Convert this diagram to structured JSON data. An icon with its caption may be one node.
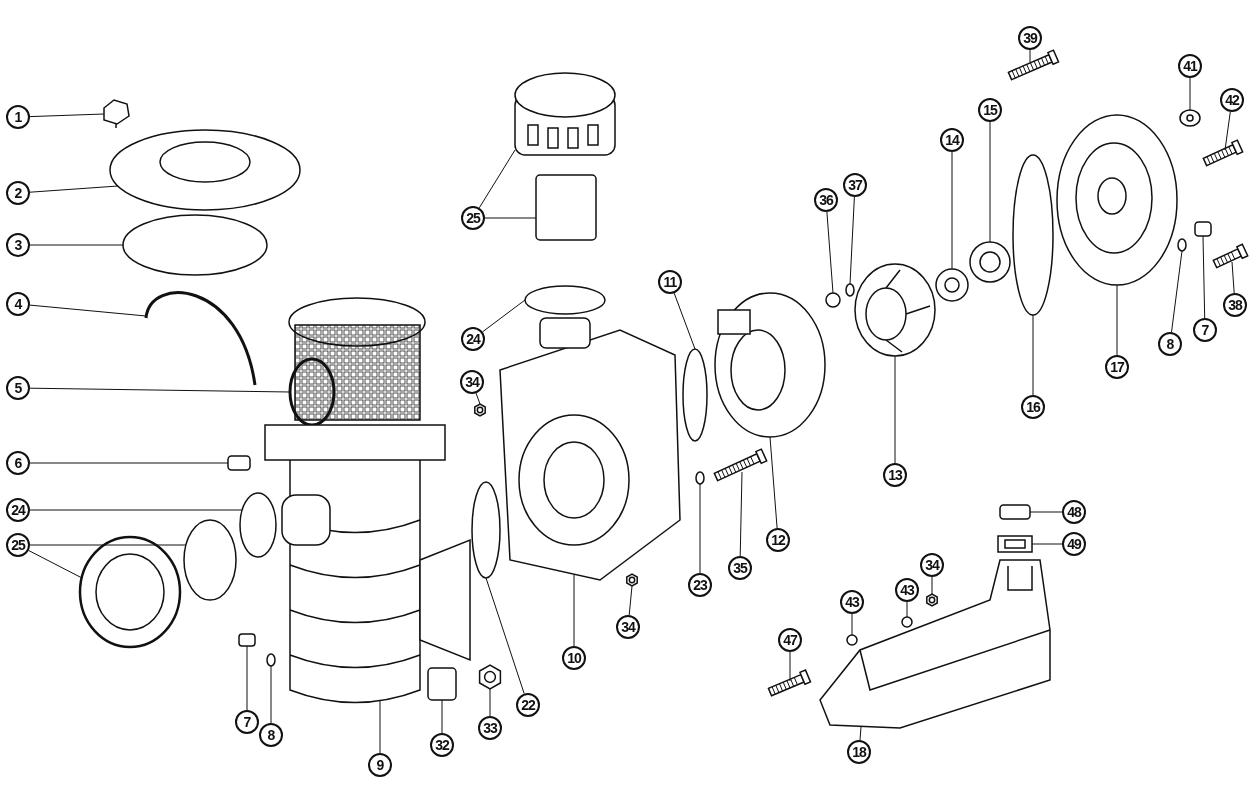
{
  "diagram": {
    "nodes": [
      {
        "text": [
          "1"
        ]
      },
      {
        "text": [
          "2"
        ]
      },
      {
        "text": [
          "3"
        ]
      },
      {
        "text": [
          "4"
        ]
      },
      {
        "text": [
          "5"
        ]
      },
      {
        "text": [
          "6"
        ]
      },
      {
        "text": [
          "24"
        ]
      },
      {
        "text": [
          "25"
        ]
      },
      {
        "text": [
          "7"
        ]
      },
      {
        "text": [
          "8"
        ]
      },
      {
        "text": [
          "9"
        ]
      },
      {
        "text": [
          "32"
        ]
      },
      {
        "text": [
          "33"
        ]
      },
      {
        "text": [
          "22"
        ]
      },
      {
        "text": [
          "10"
        ]
      },
      {
        "text": [
          "34"
        ]
      },
      {
        "text": [
          "34"
        ]
      },
      {
        "text": [
          "23"
        ]
      },
      {
        "text": [
          "35"
        ]
      },
      {
        "text": [
          "11"
        ]
      },
      {
        "text": [
          "12"
        ]
      },
      {
        "text": [
          "25"
        ]
      },
      {
        "text": [
          "24"
        ]
      },
      {
        "text": [
          "36"
        ]
      },
      {
        "text": [
          "37"
        ]
      },
      {
        "text": [
          "14"
        ]
      },
      {
        "text": [
          "15"
        ]
      },
      {
        "text": [
          "13"
        ]
      },
      {
        "text": [
          "16"
        ]
      },
      {
        "text": [
          "17"
        ]
      },
      {
        "text": [
          "8"
        ]
      },
      {
        "text": [
          "7"
        ]
      },
      {
        "text": [
          "38"
        ]
      },
      {
        "text": [
          "42"
        ]
      },
      {
        "text": [
          "41"
        ]
      },
      {
        "text": [
          "39"
        ]
      },
      {
        "text": [
          "48"
        ]
      },
      {
        "text": [
          "49"
        ]
      },
      {
        "text": [
          "34"
        ]
      },
      {
        "text": [
          "43"
        ]
      },
      {
        "text": [
          "43"
        ]
      },
      {
        "text": [
          "47"
        ]
      },
      {
        "text": [
          "18"
        ]
      },
      {
        "text": [],
        "shape": "picture"
      },
      {
        "text": [],
        "shape": "picture"
      },
      {
        "text": [],
        "shape": "circle"
      },
      {
        "text": [],
        "shape": "picture"
      },
      {
        "text": [],
        "shape": "picture"
      },
      {
        "text": [],
        "shape": "box"
      },
      {
        "text": [],
        "shape": "circle"
      },
      {
        "text": [],
        "shape": "circle"
      },
      {
        "text": [],
        "shape": "picture"
      },
      {
        "text": [],
        "shape": "box"
      },
      {
        "text": [],
        "shape": "circle"
      },
      {
        "text": [],
        "shape": "picture"
      },
      {
        "text": [],
        "shape": "box"
      },
      {
        "text": [],
        "shape": "picture"
      },
      {
        "text": [],
        "shape": "circle"
      },
      {
        "text": [],
        "shape": "picture"
      },
      {
        "text": [],
        "shape": "picture"
      },
      {
        "text": [],
        "shape": "picture"
      },
      {
        "text": [],
        "shape": "circle"
      },
      {
        "text": [],
        "shape": "picture"
      },
      {
        "text": [],
        "shape": "circle"
      },
      {
        "text": [],
        "shape": "picture"
      },
      {
        "text": [],
        "shape": "picture"
      },
      {
        "text": [],
        "shape": "box"
      },
      {
        "text": [],
        "shape": "circle"
      },
      {
        "text": [],
        "shape": "circle"
      },
      {
        "text": [],
        "shape": "circle"
      },
      {
        "text": [],
        "shape": "picture"
      },
      {
        "text": [],
        "shape": "picture"
      },
      {
        "text": [],
        "shape": "picture"
      },
      {
        "text": [],
        "shape": "circle"
      },
      {
        "text": [],
        "shape": "picture"
      },
      {
        "text": [],
        "shape": "circle"
      },
      {
        "text": [],
        "shape": "box"
      },
      {
        "text": [],
        "shape": "picture"
      },
      {
        "text": [],
        "shape": "picture"
      },
      {
        "text": [],
        "shape": "picture"
      },
      {
        "text": [],
        "shape": "picture"
      },
      {
        "text": [],
        "shape": "box"
      },
      {
        "text": [],
        "shape": "picture"
      },
      {
        "text": [],
        "shape": "picture"
      },
      {
        "text": [],
        "shape": "circle"
      },
      {
        "text": [],
        "shape": "circle"
      },
      {
        "text": [],
        "shape": "picture"
      },
      {
        "text": [],
        "shape": "picture"
      }
    ],
    "edges": [
      {
        "from": 0,
        "to": 43,
        "arrow": "none"
      },
      {
        "from": 1,
        "to": 44,
        "arrow": "none"
      },
      {
        "from": 2,
        "to": 45,
        "arrow": "none"
      },
      {
        "from": 3,
        "to": 46,
        "arrow": "none"
      },
      {
        "from": 4,
        "to": 47,
        "arrow": "none"
      },
      {
        "from": 5,
        "to": 48,
        "arrow": "none"
      },
      {
        "from": 6,
        "to": 49,
        "arrow": "none"
      },
      {
        "from": 7,
        "to": 50,
        "arrow": "none"
      },
      {
        "from": 7,
        "to": 51,
        "arrow": "none"
      },
      {
        "from": 8,
        "to": 52,
        "arrow": "none"
      },
      {
        "from": 9,
        "to": 53,
        "arrow": "none"
      },
      {
        "from": 10,
        "to": 54,
        "arrow": "none"
      },
      {
        "from": 11,
        "to": 55,
        "arrow": "none"
      },
      {
        "from": 12,
        "to": 56,
        "arrow": "none"
      },
      {
        "from": 13,
        "to": 57,
        "arrow": "none"
      },
      {
        "from": 14,
        "to": 58,
        "arrow": "none"
      },
      {
        "from": 15,
        "to": 59,
        "arrow": "none"
      },
      {
        "from": 16,
        "to": 60,
        "arrow": "none"
      },
      {
        "from": 17,
        "to": 61,
        "arrow": "none"
      },
      {
        "from": 18,
        "to": 62,
        "arrow": "none"
      },
      {
        "from": 19,
        "to": 63,
        "arrow": "none"
      },
      {
        "from": 20,
        "to": 64,
        "arrow": "none"
      },
      {
        "from": 21,
        "to": 65,
        "arrow": "none"
      },
      {
        "from": 21,
        "to": 66,
        "arrow": "none"
      },
      {
        "from": 22,
        "to": 67,
        "arrow": "none"
      },
      {
        "from": 23,
        "to": 68,
        "arrow": "none"
      },
      {
        "from": 24,
        "to": 69,
        "arrow": "none"
      },
      {
        "from": 25,
        "to": 70,
        "arrow": "none"
      },
      {
        "from": 26,
        "to": 71,
        "arrow": "none"
      },
      {
        "from": 27,
        "to": 72,
        "arrow": "none"
      },
      {
        "from": 28,
        "to": 73,
        "arrow": "none"
      },
      {
        "from": 29,
        "to": 74,
        "arrow": "none"
      },
      {
        "from": 30,
        "to": 75,
        "arrow": "none"
      },
      {
        "from": 31,
        "to": 76,
        "arrow": "none"
      },
      {
        "from": 32,
        "to": 77,
        "arrow": "none"
      },
      {
        "from": 33,
        "to": 78,
        "arrow": "none"
      },
      {
        "from": 34,
        "to": 79,
        "arrow": "none"
      },
      {
        "from": 35,
        "to": 80,
        "arrow": "none"
      },
      {
        "from": 36,
        "to": 81,
        "arrow": "none"
      },
      {
        "from": 37,
        "to": 82,
        "arrow": "none"
      },
      {
        "from": 38,
        "to": 83,
        "arrow": "none"
      },
      {
        "from": 39,
        "to": 84,
        "arrow": "none"
      },
      {
        "from": 40,
        "to": 85,
        "arrow": "none"
      },
      {
        "from": 41,
        "to": 86,
        "arrow": "none"
      },
      {
        "from": 42,
        "to": 87,
        "arrow": "none"
      }
    ]
  }
}
